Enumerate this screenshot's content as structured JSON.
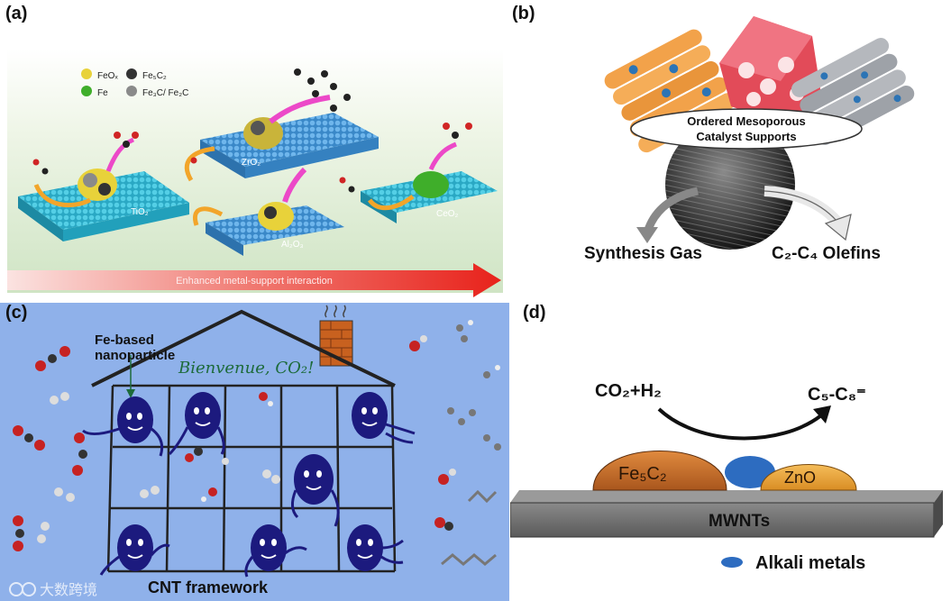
{
  "panels": {
    "a": {
      "label": "(a)",
      "legend": [
        {
          "text": "FeOₓ",
          "color": "#e8d23a"
        },
        {
          "text": "Fe₅C₂",
          "color": "#333333"
        },
        {
          "text": "Fe",
          "color": "#3fae2a"
        },
        {
          "text": "Fe₃C/ Fe₂C",
          "color": "#8a8a8a"
        }
      ],
      "supports": [
        "TiO₂",
        "ZrO₂",
        "Al₂O₃",
        "CeO₂"
      ],
      "arrow_text": "Enhanced metal-support interaction"
    },
    "b": {
      "label": "(b)",
      "oval_line1": "Ordered Mesoporous",
      "oval_line2": "Catalyst Supports",
      "left_text": "Synthesis Gas",
      "right_text": "C₂-C₄ Olefins"
    },
    "c": {
      "label": "(c)",
      "callout_line1": "Fe-based",
      "callout_line2": "nanoparticle",
      "greeting": "Bienvenue, CO₂!",
      "framework": "CNT framework",
      "watermark": "大数跨境"
    },
    "d": {
      "label": "(d)",
      "reactant": "CO₂+H₂",
      "product": "C₅-C₈⁼",
      "particle_left": "Fe₅C₂",
      "particle_right": "ZnO",
      "support": "MWNTs",
      "legend": "Alkali metals"
    }
  },
  "colors": {
    "sky_blue": "#8fb1ea",
    "arrow_red": "#e8221b",
    "fe5c2_orange": "#c76e2a",
    "zno_orange": "#eba238",
    "alkali_blue": "#2d6cc0",
    "nanoparticle_navy": "#1c1a7e"
  }
}
